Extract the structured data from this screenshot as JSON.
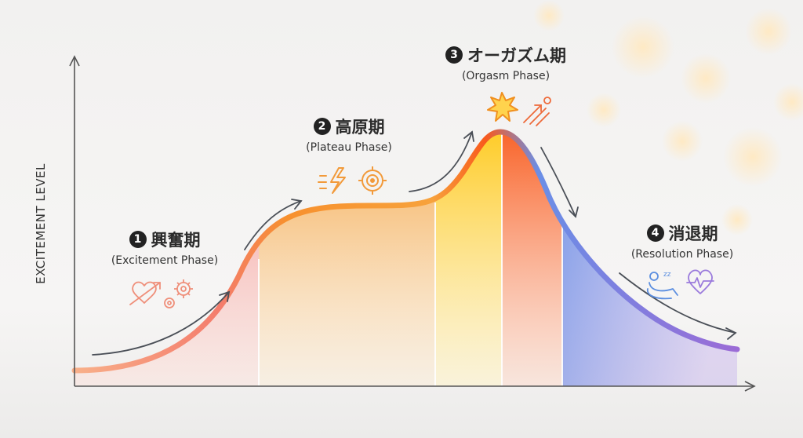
{
  "y_axis_label": "EXCITEMENT LEVEL",
  "phases": [
    {
      "number": "1",
      "title": "興奮期",
      "subtitle": "(Excitement Phase)",
      "icons": [
        "heart-arrow-icon",
        "gears-icon"
      ]
    },
    {
      "number": "2",
      "title": "高原期",
      "subtitle": "(Plateau Phase)",
      "icons": [
        "lightning-icon",
        "target-icon"
      ]
    },
    {
      "number": "3",
      "title": "オーガズム期",
      "subtitle": "(Orgasm Phase)",
      "icons": [
        "burst-icon",
        "rising-arrows-icon"
      ]
    },
    {
      "number": "4",
      "title": "消退期",
      "subtitle": "(Resolution Phase)",
      "icons": [
        "relaxing-person-icon",
        "heartbeat-icon"
      ]
    }
  ],
  "colors": {
    "excitement": "#f47c7c",
    "plateau": "#f7a23c",
    "orgasm": "#f95a1c",
    "resolution": "#6a8ee6",
    "resolution_end": "#9b6bd6",
    "axis": "#555555",
    "arrow": "#4a4f57"
  }
}
